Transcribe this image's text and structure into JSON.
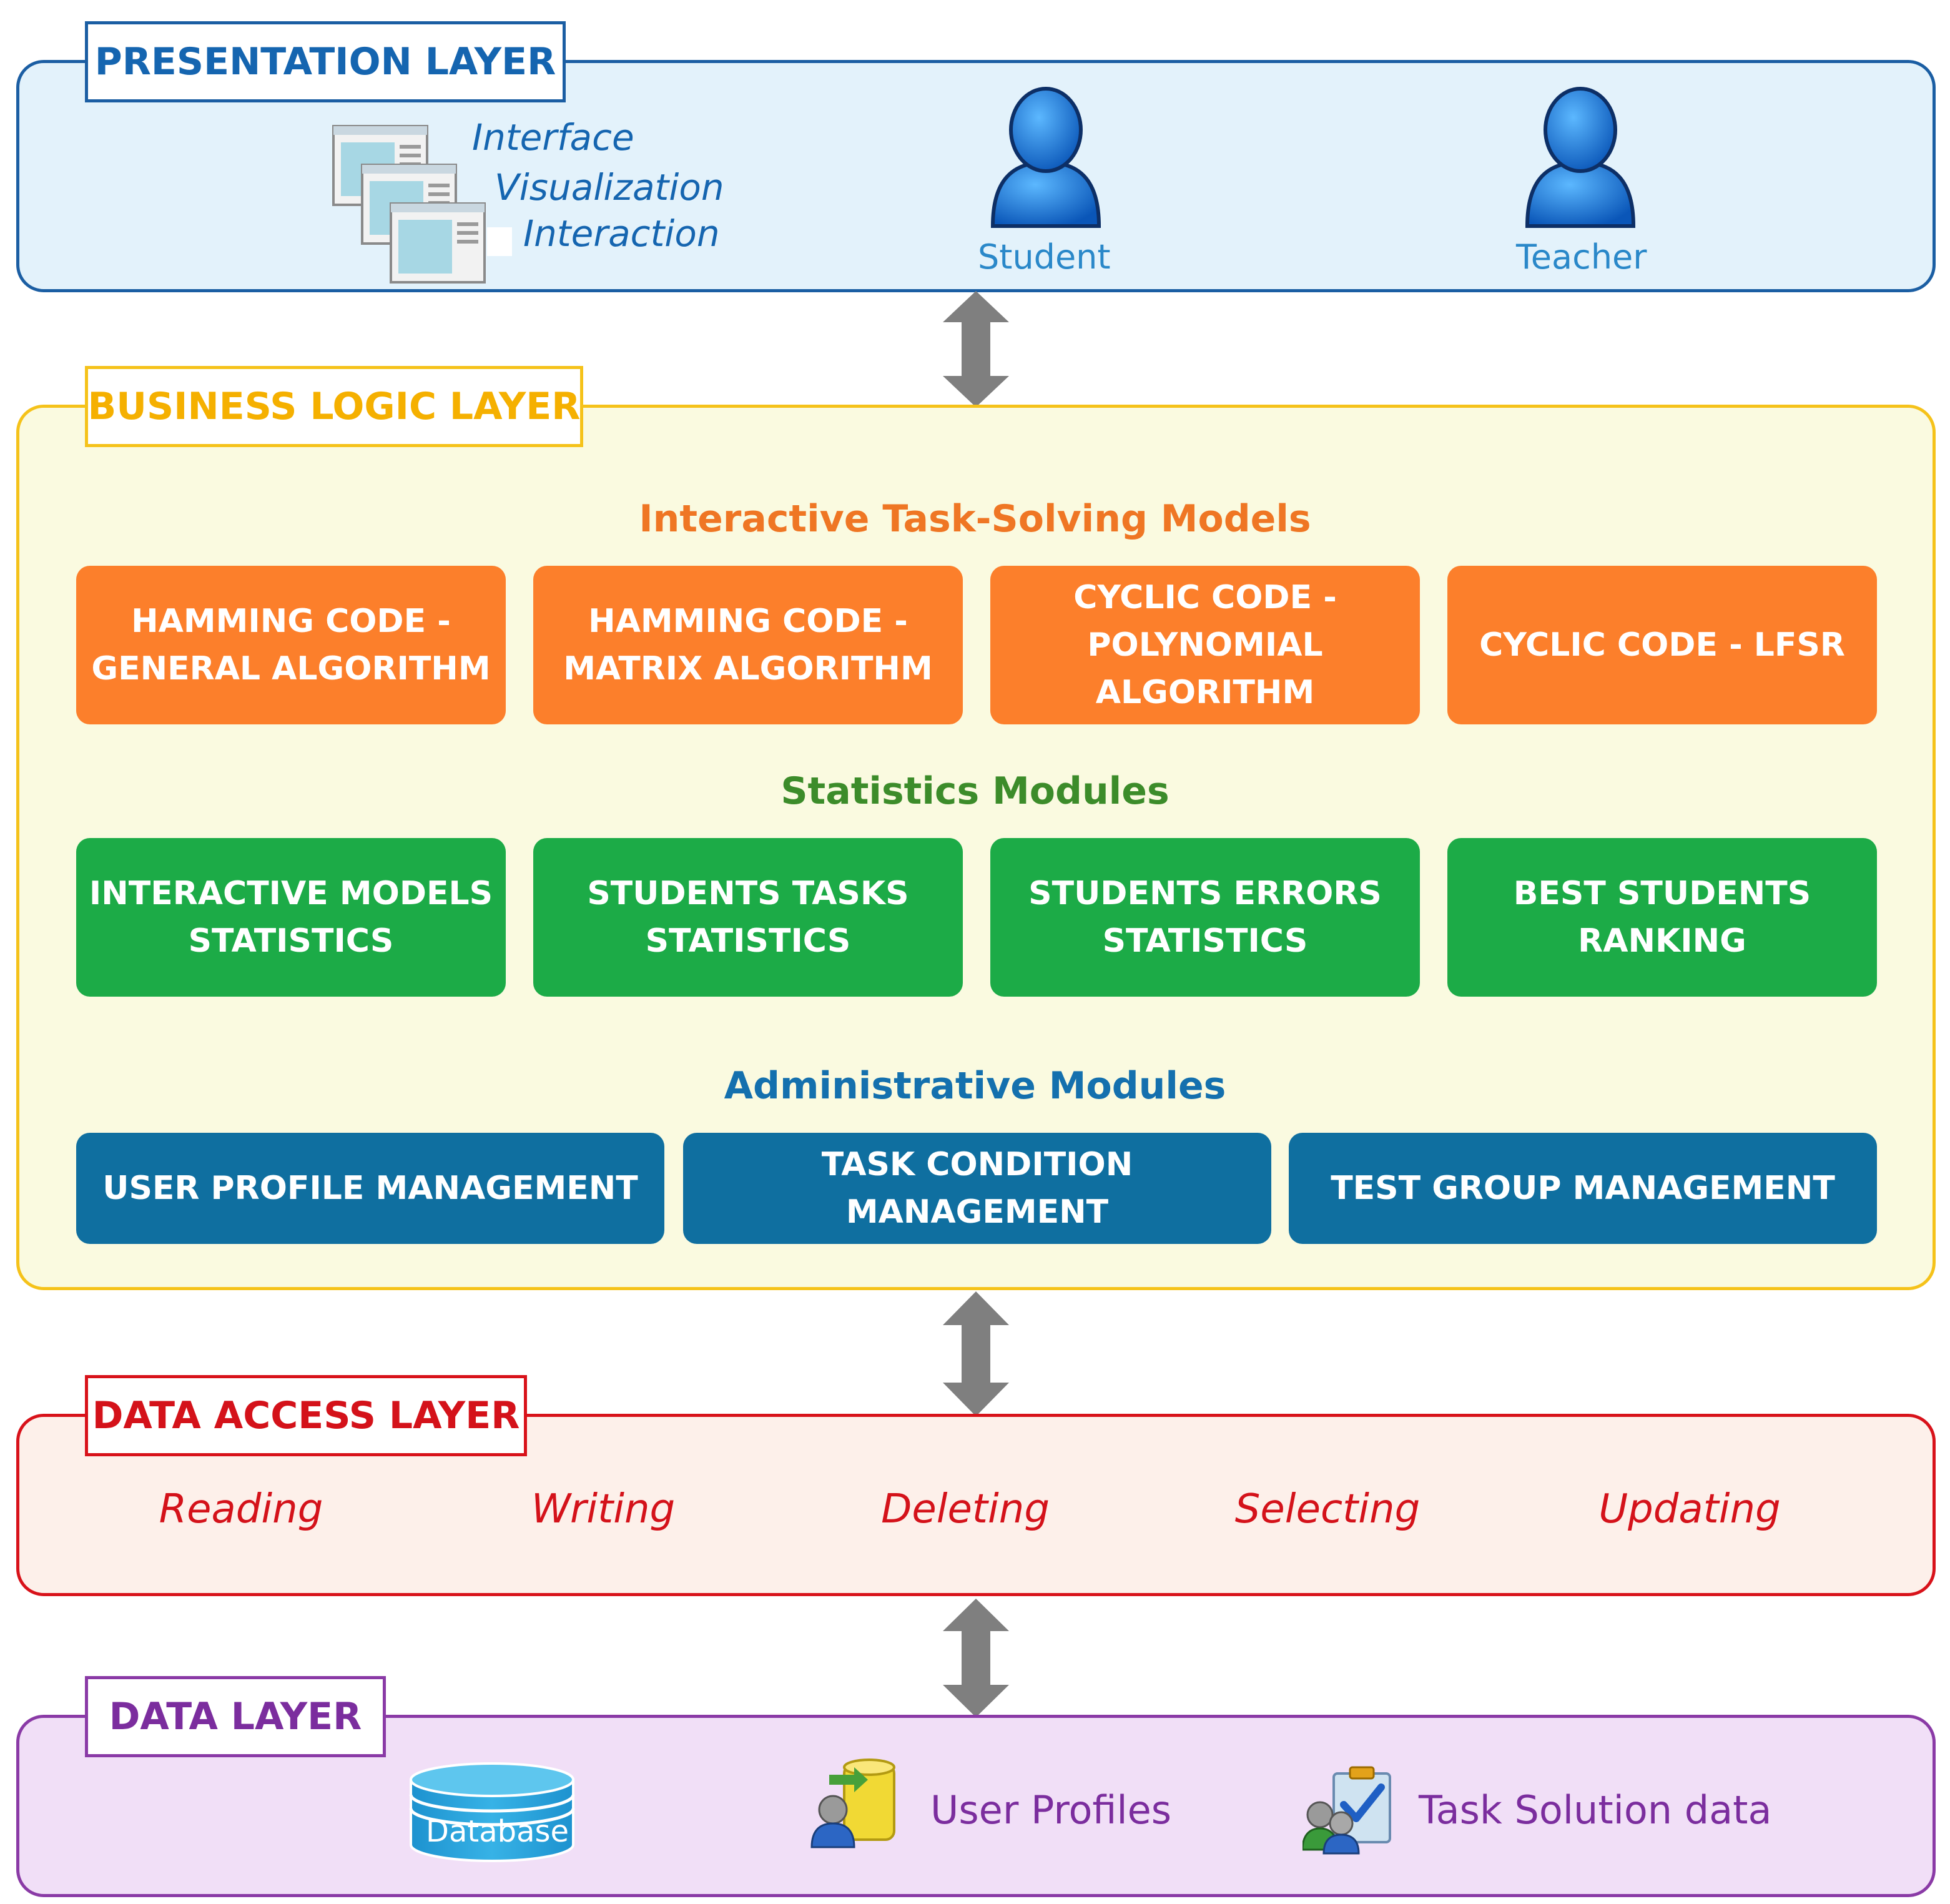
{
  "presentation": {
    "title": "PRESENTATION LAYER",
    "features": [
      "Interface",
      "Visualization",
      "Interaction"
    ],
    "users": [
      "Student",
      "Teacher"
    ]
  },
  "business": {
    "title": "BUSINESS LOGIC LAYER",
    "interactive": {
      "heading": "Interactive Task-Solving Models",
      "boxes": [
        "HAMMING CODE -\nGENERAL ALGORITHM",
        "HAMMING CODE -\nMATRIX ALGORITHM",
        "CYCLIC CODE -\nPOLYNOMIAL\nALGORITHM",
        "CYCLIC CODE - LFSR"
      ]
    },
    "statistics": {
      "heading": "Statistics Modules",
      "boxes": [
        "INTERACTIVE MODELS\nSTATISTICS",
        "STUDENTS TASKS\nSTATISTICS",
        "STUDENTS ERRORS\nSTATISTICS",
        "BEST STUDENTS\nRANKING"
      ]
    },
    "administrative": {
      "heading": "Administrative Modules",
      "boxes": [
        "USER PROFILE MANAGEMENT",
        "TASK CONDITION MANAGEMENT",
        "TEST GROUP MANAGEMENT"
      ]
    }
  },
  "data_access": {
    "title": "DATA ACCESS LAYER",
    "operations": [
      "Reading",
      "Writing",
      "Deleting",
      "Selecting",
      "Updating"
    ]
  },
  "data": {
    "title": "DATA LAYER",
    "database_label": "Database",
    "items": [
      "User Profiles",
      "Task Solution data"
    ]
  },
  "colors": {
    "presentation": "#1565b0",
    "business": "#f5b800",
    "data_access": "#d4121a",
    "data": "#7b2d9e",
    "arrow": "#7f7f7f"
  }
}
